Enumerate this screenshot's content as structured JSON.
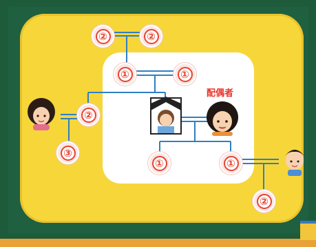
{
  "labels": {
    "spouse": "配偶者"
  },
  "nodes": [
    {
      "id": "grandparent-1",
      "rank": "②"
    },
    {
      "id": "grandparent-2",
      "rank": "②"
    },
    {
      "id": "parent-1",
      "rank": "①"
    },
    {
      "id": "parent-2",
      "rank": "①"
    },
    {
      "id": "sibling",
      "rank": "②"
    },
    {
      "id": "nephew-niece",
      "rank": "③"
    },
    {
      "id": "child-1",
      "rank": "①"
    },
    {
      "id": "child-2",
      "rank": "①"
    },
    {
      "id": "grandchild",
      "rank": "②"
    }
  ],
  "colors": {
    "rank_mark": "#e8432f",
    "line": "#2f7fc1",
    "board": "#1e5b3a",
    "panel": "#f7d63a"
  }
}
